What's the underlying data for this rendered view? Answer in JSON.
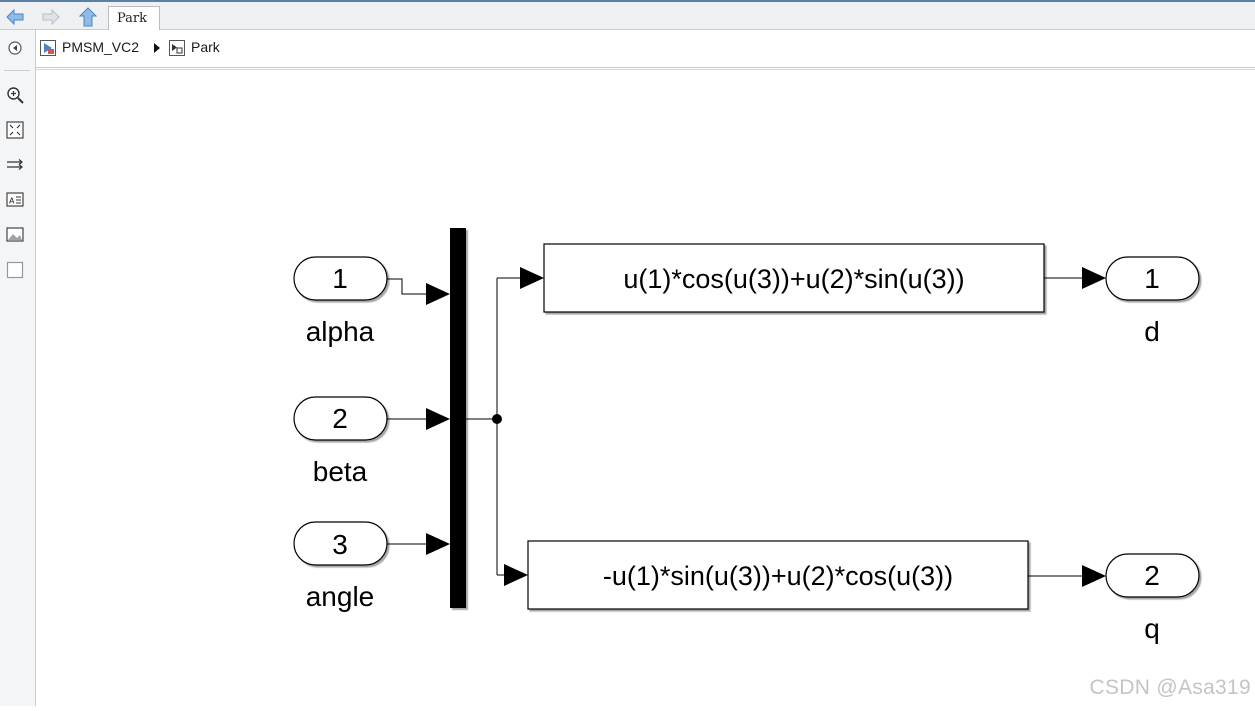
{
  "tab": {
    "label": "Park"
  },
  "breadcrumb": {
    "items": [
      "PMSM_VC2",
      "Park"
    ]
  },
  "diagram": {
    "inports": [
      {
        "number": "1",
        "name": "alpha"
      },
      {
        "number": "2",
        "name": "beta"
      },
      {
        "number": "3",
        "name": "angle"
      }
    ],
    "fcn_blocks": [
      {
        "expression": "u(1)*cos(u(3))+u(2)*sin(u(3))"
      },
      {
        "expression": "-u(1)*sin(u(3))+u(2)*cos(u(3))"
      }
    ],
    "outports": [
      {
        "number": "1",
        "name": "d"
      },
      {
        "number": "2",
        "name": "q"
      }
    ]
  },
  "watermark": "CSDN @Asa319",
  "colors": {
    "tab_bar": "#eef0f2",
    "sidebar": "#f4f5f6",
    "nav_arrow": "#4a90d9",
    "block_stroke": "#000000"
  },
  "icons": [
    "back-arrow-icon",
    "forward-arrow-icon",
    "up-arrow-icon",
    "hide-browser-icon",
    "zoom-icon",
    "fit-to-view-icon",
    "arrow-routing-icon",
    "annotation-icon",
    "image-icon",
    "area-icon",
    "model-icon",
    "subsystem-icon",
    "breadcrumb-chevron-icon"
  ]
}
